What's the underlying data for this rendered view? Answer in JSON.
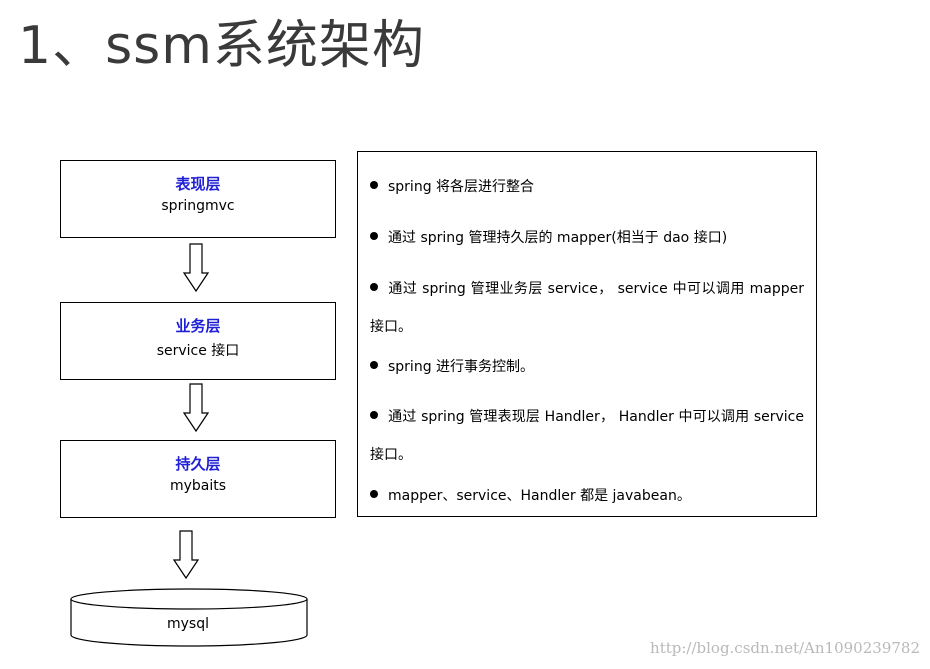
{
  "title": "1、ssm系统架构",
  "layers": [
    {
      "name": "表现层",
      "sub": "springmvc"
    },
    {
      "name": "业务层",
      "sub": "service 接口"
    },
    {
      "name": "持久层",
      "sub": "mybaits"
    }
  ],
  "database": {
    "label": "mysql"
  },
  "notes": [
    "spring 将各层进行整合",
    "通过 spring 管理持久层的 mapper(相当于 dao 接口)",
    "通过 spring 管理业务层 service， service 中可以调用 mapper 接口。",
    "spring 进行事务控制。",
    "通过 spring 管理表现层 Handler， Handler 中可以调用 service 接口。",
    "mapper、service、Handler 都是 javabean。"
  ],
  "watermark": "http://blog.csdn.net/An1090239782"
}
